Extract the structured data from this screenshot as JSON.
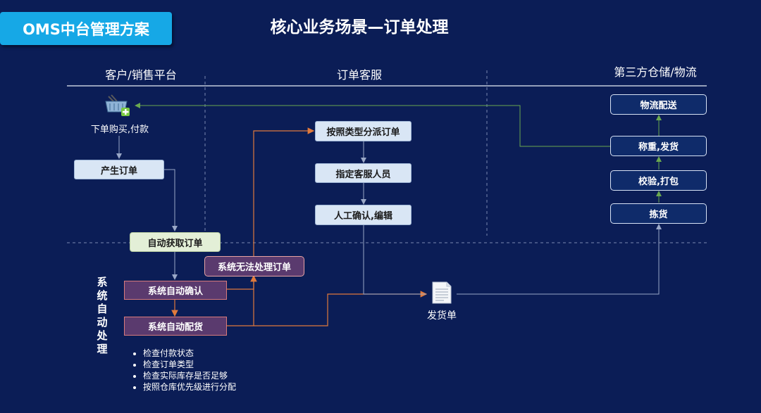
{
  "header": {
    "badge": "OMS中台管理方案",
    "title": "核心业务场景—订单处理"
  },
  "columns": {
    "customer": "客户/销售平台",
    "service": "订单客服",
    "warehouse": "第三方仓储/物流"
  },
  "customer": {
    "purchase_label": "下单购买,付款",
    "create_order": "产生订单"
  },
  "service_flow": {
    "dispatch": "按照类型分派订单",
    "assign_agent": "指定客服人员",
    "manual_confirm": "人工确认,编辑"
  },
  "auto_zone": {
    "side_label": "系统自动处理",
    "fetch_order": "自动获取订单",
    "auto_confirm": "系统自动确认",
    "auto_allocate": "系统自动配货",
    "cannot_process": "系统无法处理订单",
    "checks": [
      "检查付款状态",
      "检查订单类型",
      "检查实际库存是否足够",
      "按照仓库优先级进行分配"
    ]
  },
  "delivery_note": "发货单",
  "warehouse_flow": {
    "picking": "拣货",
    "check_pack": "校验,打包",
    "weigh_ship": "称重,发货",
    "logistics": "物流配送"
  },
  "colors": {
    "background": "#0b1d56",
    "badge": "#16a8e6",
    "orange_line": "#e07a3c",
    "green_line": "#6aa84f",
    "gray_line": "#9aa8c7"
  }
}
